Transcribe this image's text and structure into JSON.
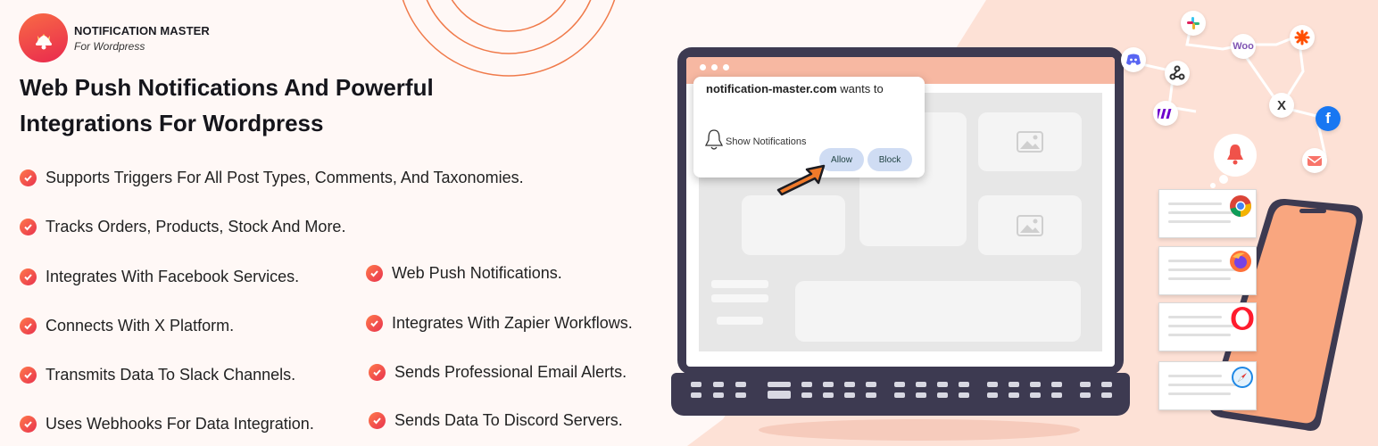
{
  "brand": {
    "name": "NOTIFICATION MASTER",
    "tagline": "For Wordpress"
  },
  "headline": {
    "line1": "Web Push Notifications And Powerful",
    "line2": "Integrations For Wordpress"
  },
  "features_left": [
    "Supports Triggers For All Post Types, Comments, And Taxonomies.",
    "Tracks Orders, Products, Stock And More.",
    "Integrates With Facebook Services.",
    "Connects With X Platform.",
    "Transmits Data To Slack Channels.",
    "Uses Webhooks For Data Integration."
  ],
  "features_right": [
    "Web Push Notifications.",
    "Integrates With Zapier Workflows.",
    "Sends Professional Email Alerts.",
    "Sends Data To Discord Servers."
  ],
  "popup": {
    "site": "notification-master.com",
    "wants": "wants to",
    "permission": "Show Notifications",
    "allow_label": "Allow",
    "block_label": "Block"
  },
  "icons": [
    "bell-icon",
    "check-icon",
    "image-icon",
    "cursor-icon",
    "chrome-icon",
    "firefox-icon",
    "opera-icon",
    "safari-icon",
    "slack-icon",
    "woo-icon",
    "zapier-icon",
    "discord-icon",
    "webhook-icon",
    "x-icon",
    "facebook-icon",
    "make-icon",
    "email-icon"
  ],
  "integration_labels": {
    "woo": "Woo",
    "x": "X",
    "facebook": "f"
  },
  "colors": {
    "accent": "#f0524a",
    "peach": "#fde1d6",
    "laptop": "#3d3a51",
    "allow": "#cfdcf3"
  }
}
